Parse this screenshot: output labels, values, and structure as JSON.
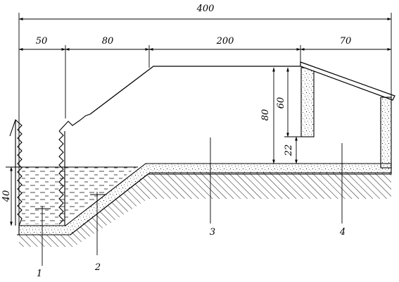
{
  "dimensions": {
    "total_length": "400",
    "segment_1": "50",
    "segment_2": "80",
    "segment_3": "200",
    "segment_4": "70",
    "pool_depth": "40",
    "wall_height": "80",
    "upper_wall": "60",
    "sill_height": "22"
  },
  "callouts": [
    "1",
    "2",
    "3",
    "4"
  ],
  "colors": {
    "line": "#000000",
    "background": "#ffffff",
    "concrete_speckle": "#222222",
    "water_dash": "#333333"
  }
}
